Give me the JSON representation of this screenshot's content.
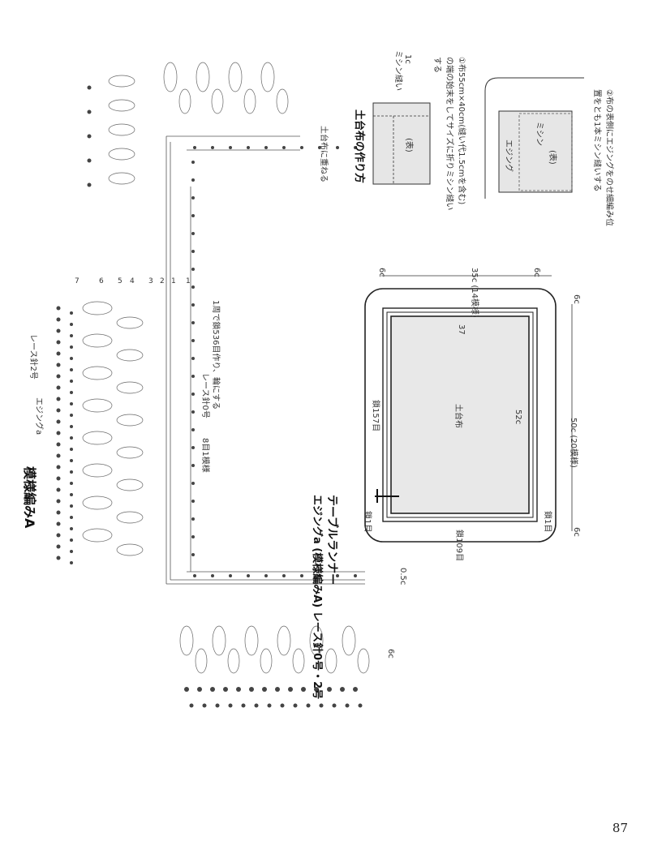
{
  "pattern": {
    "title": "模様編みA",
    "edging_label": "エジングa",
    "hook": "レース針2号",
    "note_ring": "1周で鎖536目作り、輪にする",
    "note_ring_hook": "レース針0号",
    "repeat_label": "8目1模様",
    "attach_note": "土台布に重ねる",
    "edge_dims": [
      "0.5c",
      "6c"
    ],
    "row_numbers": [
      "7",
      "6",
      "5",
      "4",
      "3",
      "2",
      "1",
      "1"
    ]
  },
  "runner": {
    "title": "テーブルランナー",
    "subtitle": "エジングa (模様編みA) レース針0号・2号",
    "top_dim": "35c (14模様)",
    "side_dim": "50c (20模様)",
    "margin_6c": "6c",
    "inner_37": "37",
    "inner_52c": "52c",
    "center_label": "土台布",
    "chain_157": "鎖157目",
    "chain_109": "鎖109目",
    "chain_1": "鎖1目"
  },
  "construction": {
    "title": "土台布の作り方",
    "step1": "①布55cm×40cm(縫い代1.5cmを含む)の端の始末をしてサイズに折りミシン縫いする",
    "step1_label_1c": "1c",
    "step1_label_stitch": "ミシン縫い",
    "step1_face": "(表)",
    "step2": "②布の表側にエジングをのせ細編み位置をとも1本ミシン縫いする",
    "step2_edging": "エジング",
    "step2_stitch": "ミシン",
    "step2_face": "(表)"
  },
  "page_number": "87"
}
